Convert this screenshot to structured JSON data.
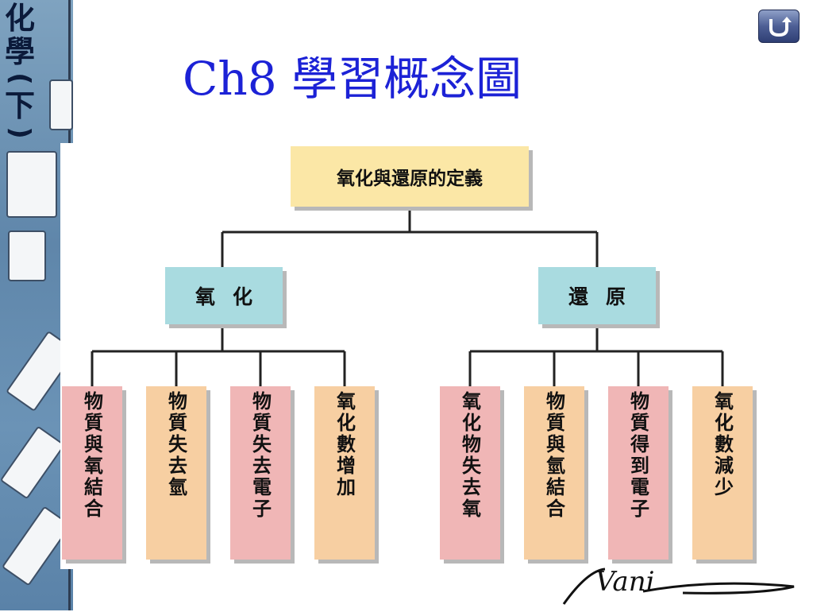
{
  "side_title": {
    "line1": "化",
    "line2": "學",
    "paren_open": "(",
    "line3": "下",
    "paren_close": ")"
  },
  "nav": {
    "back_icon": "return-arrow-icon"
  },
  "title": "Ch8 學習概念圖",
  "diagram": {
    "root": "氧化與還原的定義",
    "branches": [
      {
        "label": "氧化",
        "color": "#a9dbe0",
        "leaves": [
          {
            "text": "物質與氧結合",
            "color": "#f0b6b6"
          },
          {
            "text": "物質失去氫",
            "color": "#f7cfa2"
          },
          {
            "text": "物質失去電子",
            "color": "#f0b6b6"
          },
          {
            "text": "氧化數增加",
            "color": "#f7cfa2"
          }
        ]
      },
      {
        "label": "還原",
        "color": "#a9dbe0",
        "leaves": [
          {
            "text": "氧化物失去氧",
            "color": "#f0b6b6"
          },
          {
            "text": "物質與氫結合",
            "color": "#f7cfa2"
          },
          {
            "text": "物質得到電子",
            "color": "#f0b6b6"
          },
          {
            "text": "氧化數減少",
            "color": "#f7cfa2"
          }
        ]
      }
    ]
  },
  "signature": {
    "text": "Vani"
  },
  "colors": {
    "title": "#1c22d6",
    "root_box": "#fbe7a6",
    "connector": "#222222"
  }
}
